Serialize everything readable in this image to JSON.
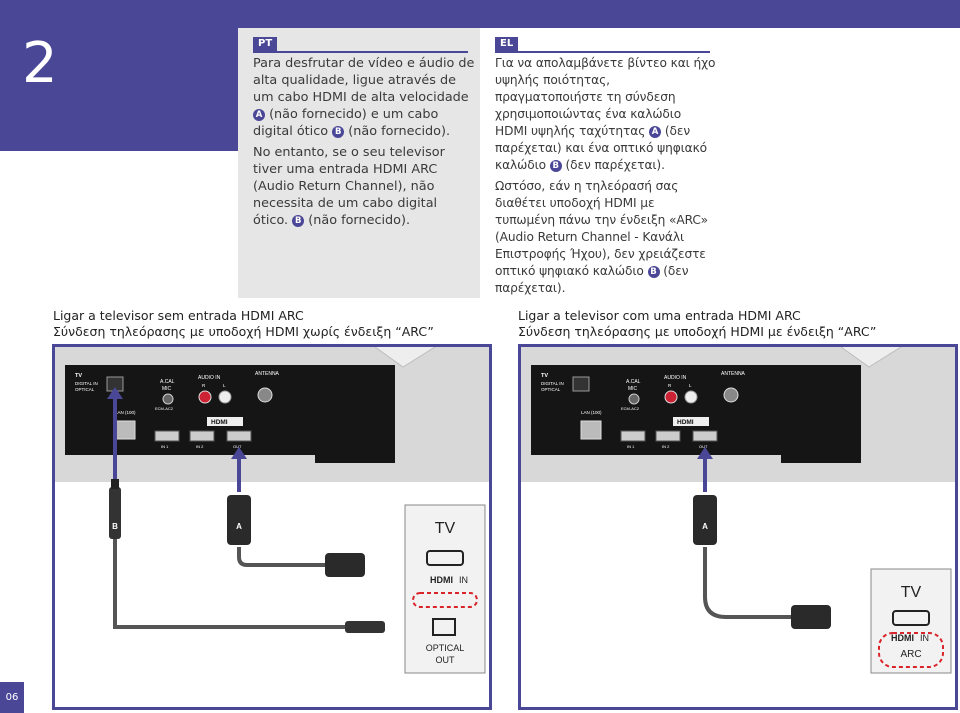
{
  "step": "2",
  "page_number": "06",
  "pt": {
    "lang": "PT",
    "para1_a": "Para desfrutar de vídeo e áudio de alta qualidade, ligue através de um cabo HDMI de alta velocidade ",
    "para1_b": " (não fornecido) e um cabo digital ótico ",
    "para1_c": " (não fornecido).",
    "para2_a": "No entanto, se o seu televisor tiver uma entrada HDMI ARC (Audio Return Channel), não necessita de um cabo digital ótico. ",
    "para2_b": " (não fornecido)."
  },
  "el": {
    "lang": "EL",
    "para1_a": "Για να απολαμβάνετε βίντεο και ήχο υψηλής ποιότητας, πραγματοποιήστε τη σύνδεση χρησιμοποιώντας ένα καλώδιο HDMI υψηλής ταχύτητας ",
    "para1_b": " (δεν παρέχεται) και ένα οπτικό ψηφιακό καλώδιο ",
    "para1_c": " (δεν παρέχεται).",
    "para2_a": "Ωστόσο, εάν η τηλεόρασή σας διαθέτει υποδοχή HDMI με τυπωμένη πάνω την ένδειξη «ARC» (Audio Return Channel - Κανάλι Επιστροφής Ήχου), δεν χρειάζεστε οπτικό ψηφιακό καλώδιο ",
    "para2_b": " (δεν παρέχεται)."
  },
  "badges": {
    "a": "A",
    "b": "B"
  },
  "left": {
    "title_pt": "Ligar a televisor sem entrada HDMI ARC",
    "title_el": "Σύνδεση τηλεόρασης με υποδοχή HDMI χωρίς ένδειξη “ARC”"
  },
  "right": {
    "title_pt": "Ligar a televisor com uma entrada HDMI ARC",
    "title_el": "Σύνδεση τηλεόρασης με υποδοχή HDMI με ένδειξη “ARC”"
  },
  "panel": {
    "tv": "TV",
    "digital_in": "DIGITAL IN",
    "optical": "OPTICAL",
    "acal": "A.CAL",
    "mic": "MIC",
    "audio_in": "AUDIO IN",
    "antenna": "ANTENNA",
    "r": "R",
    "l": "L",
    "lan": "LAN (100)",
    "hdmi": "HDMI",
    "in1": "IN 1",
    "in2": "IN 2",
    "out": "OUT",
    "ecm": "ECM-AC2"
  },
  "tvbox": {
    "tv": "TV",
    "hdmi": "HDMI",
    "in": "IN",
    "arc": "ARC",
    "optical": "OPTICAL",
    "out": "OUT"
  },
  "colors": {
    "brand": "#4b4797",
    "panel_gray": "#e6e6e6",
    "arc_red": "#d9252a"
  }
}
